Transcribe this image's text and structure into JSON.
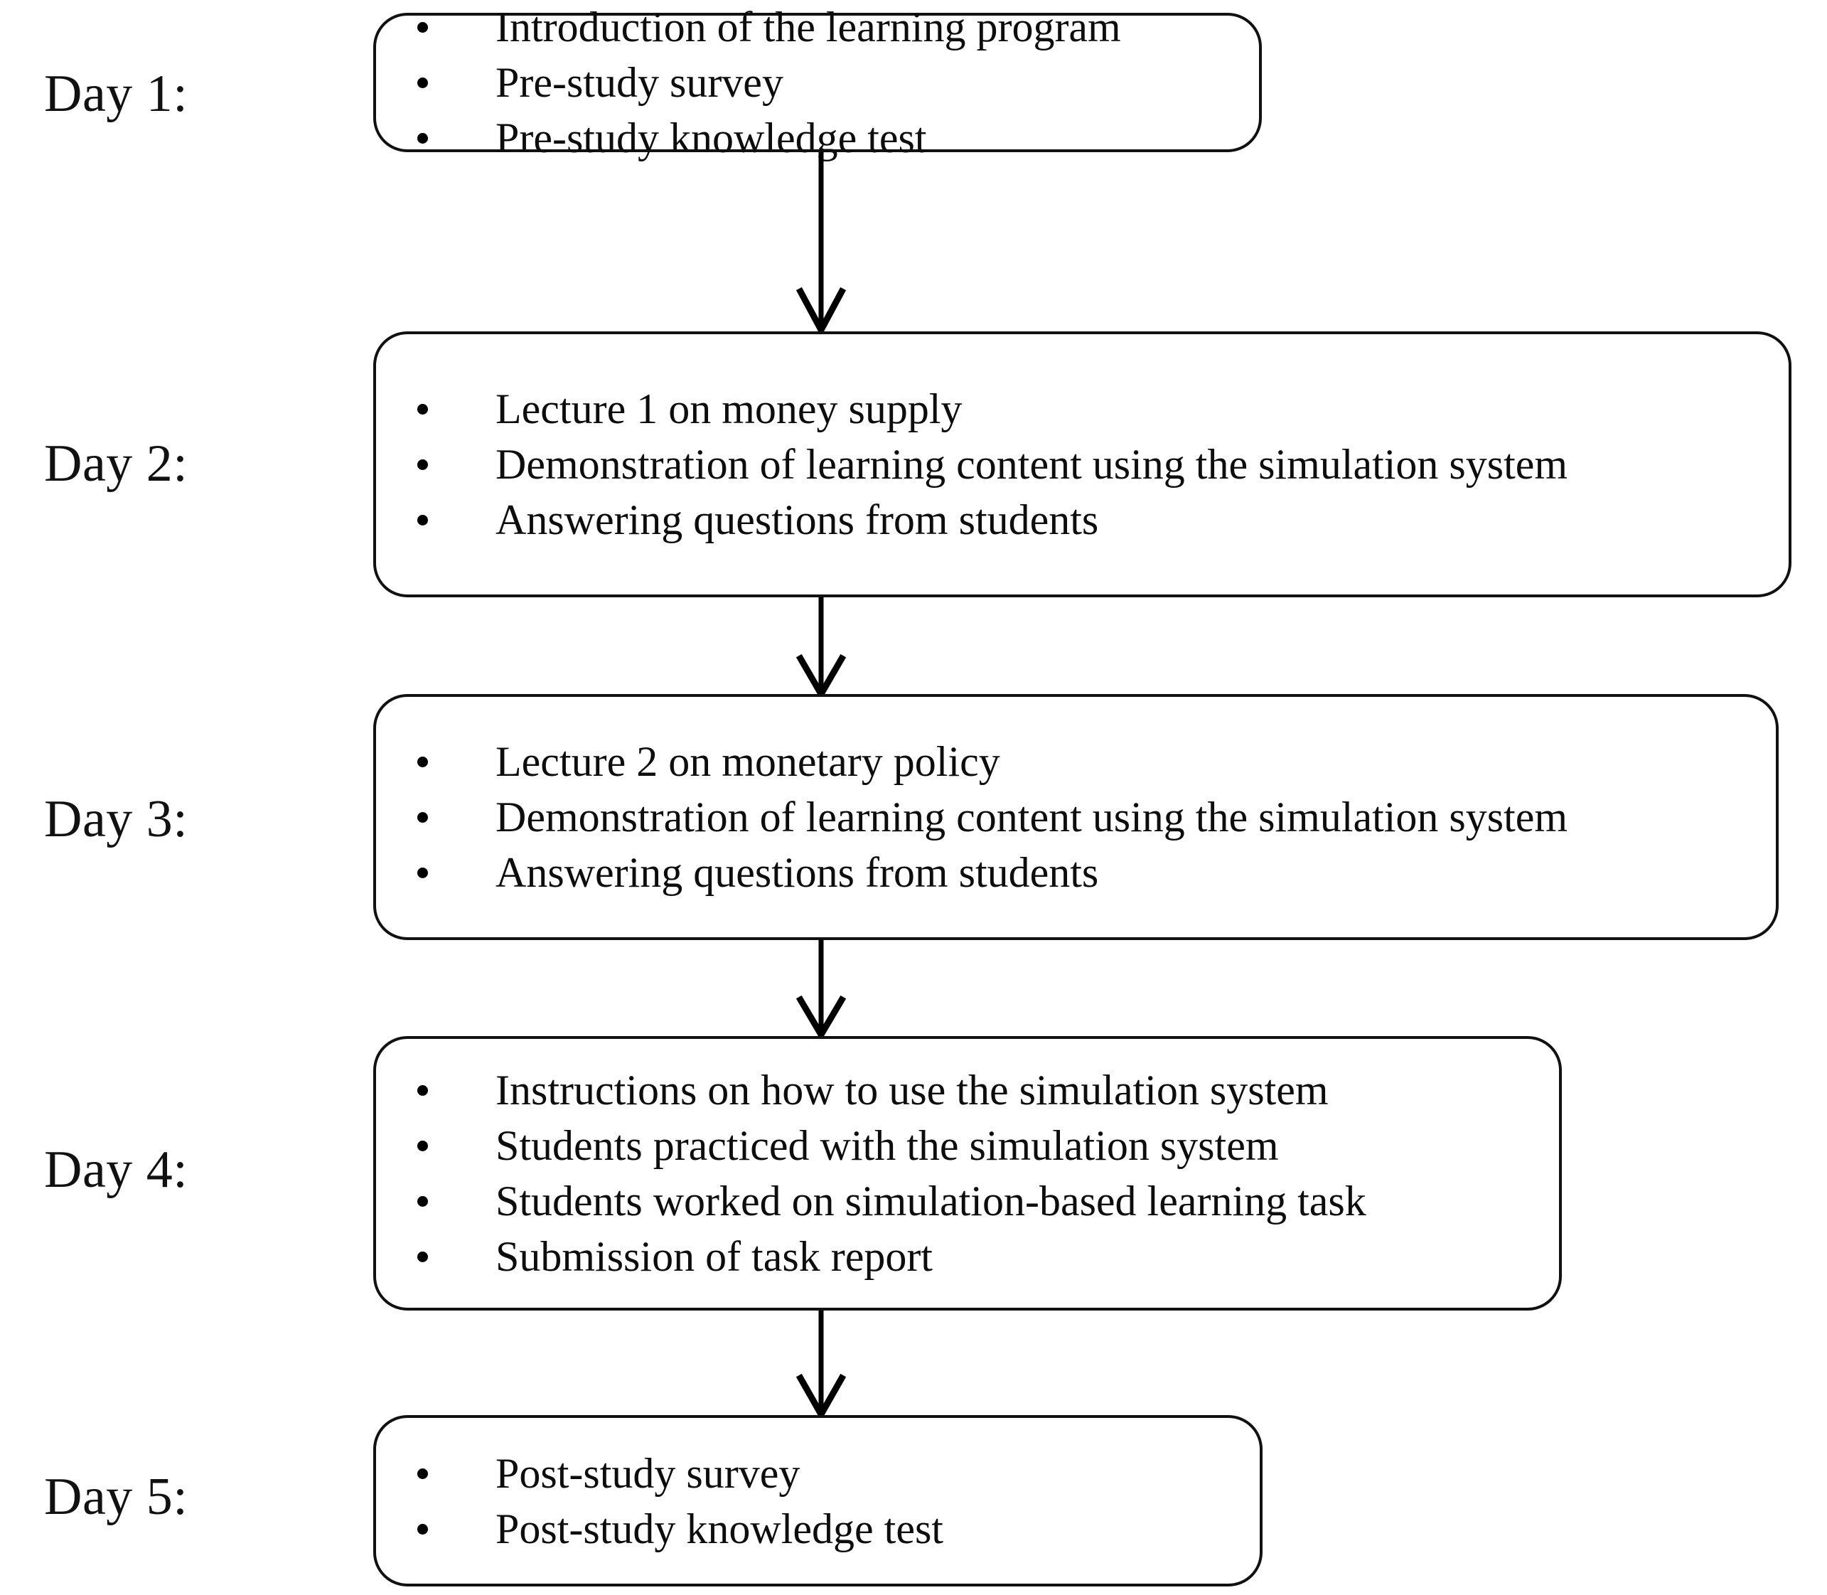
{
  "diagram": {
    "title": "Five-day learning program schedule",
    "accent_color": "#000000",
    "background_color": "#ffffff",
    "box_border_color": "#111111",
    "text_color": "#0d0d0d",
    "arrow_color": "#000000",
    "bullet_glyph": "•"
  },
  "steps": [
    {
      "label": "Day 1:",
      "items": [
        "Introduction of the learning  program",
        "Pre-study survey",
        "Pre-study knowledge test"
      ]
    },
    {
      "label": "Day 2:",
      "items": [
        "Lecture 1 on money supply",
        "Demonstration  of learning  content using the simulation  system",
        "Answering  questions from students"
      ]
    },
    {
      "label": "Day 3:",
      "items": [
        "Lecture 2 on monetary policy",
        "Demonstration  of learning  content using the simulation  system",
        "Answering  questions from students"
      ]
    },
    {
      "label": "Day 4:",
      "items": [
        "Instructions on how to use the simulation  system",
        "Students practiced with  the simulation  system",
        "Students worked on simulation-based  learning  task",
        "Submission of task report"
      ]
    },
    {
      "label": "Day 5:",
      "items": [
        "Post-study survey",
        "Post-study knowledge test"
      ]
    }
  ],
  "connectors": [
    {
      "from": "Day 1:",
      "to": "Day 2:"
    },
    {
      "from": "Day 2:",
      "to": "Day 3:"
    },
    {
      "from": "Day 3:",
      "to": "Day 4:"
    },
    {
      "from": "Day 4:",
      "to": "Day 5:"
    }
  ]
}
